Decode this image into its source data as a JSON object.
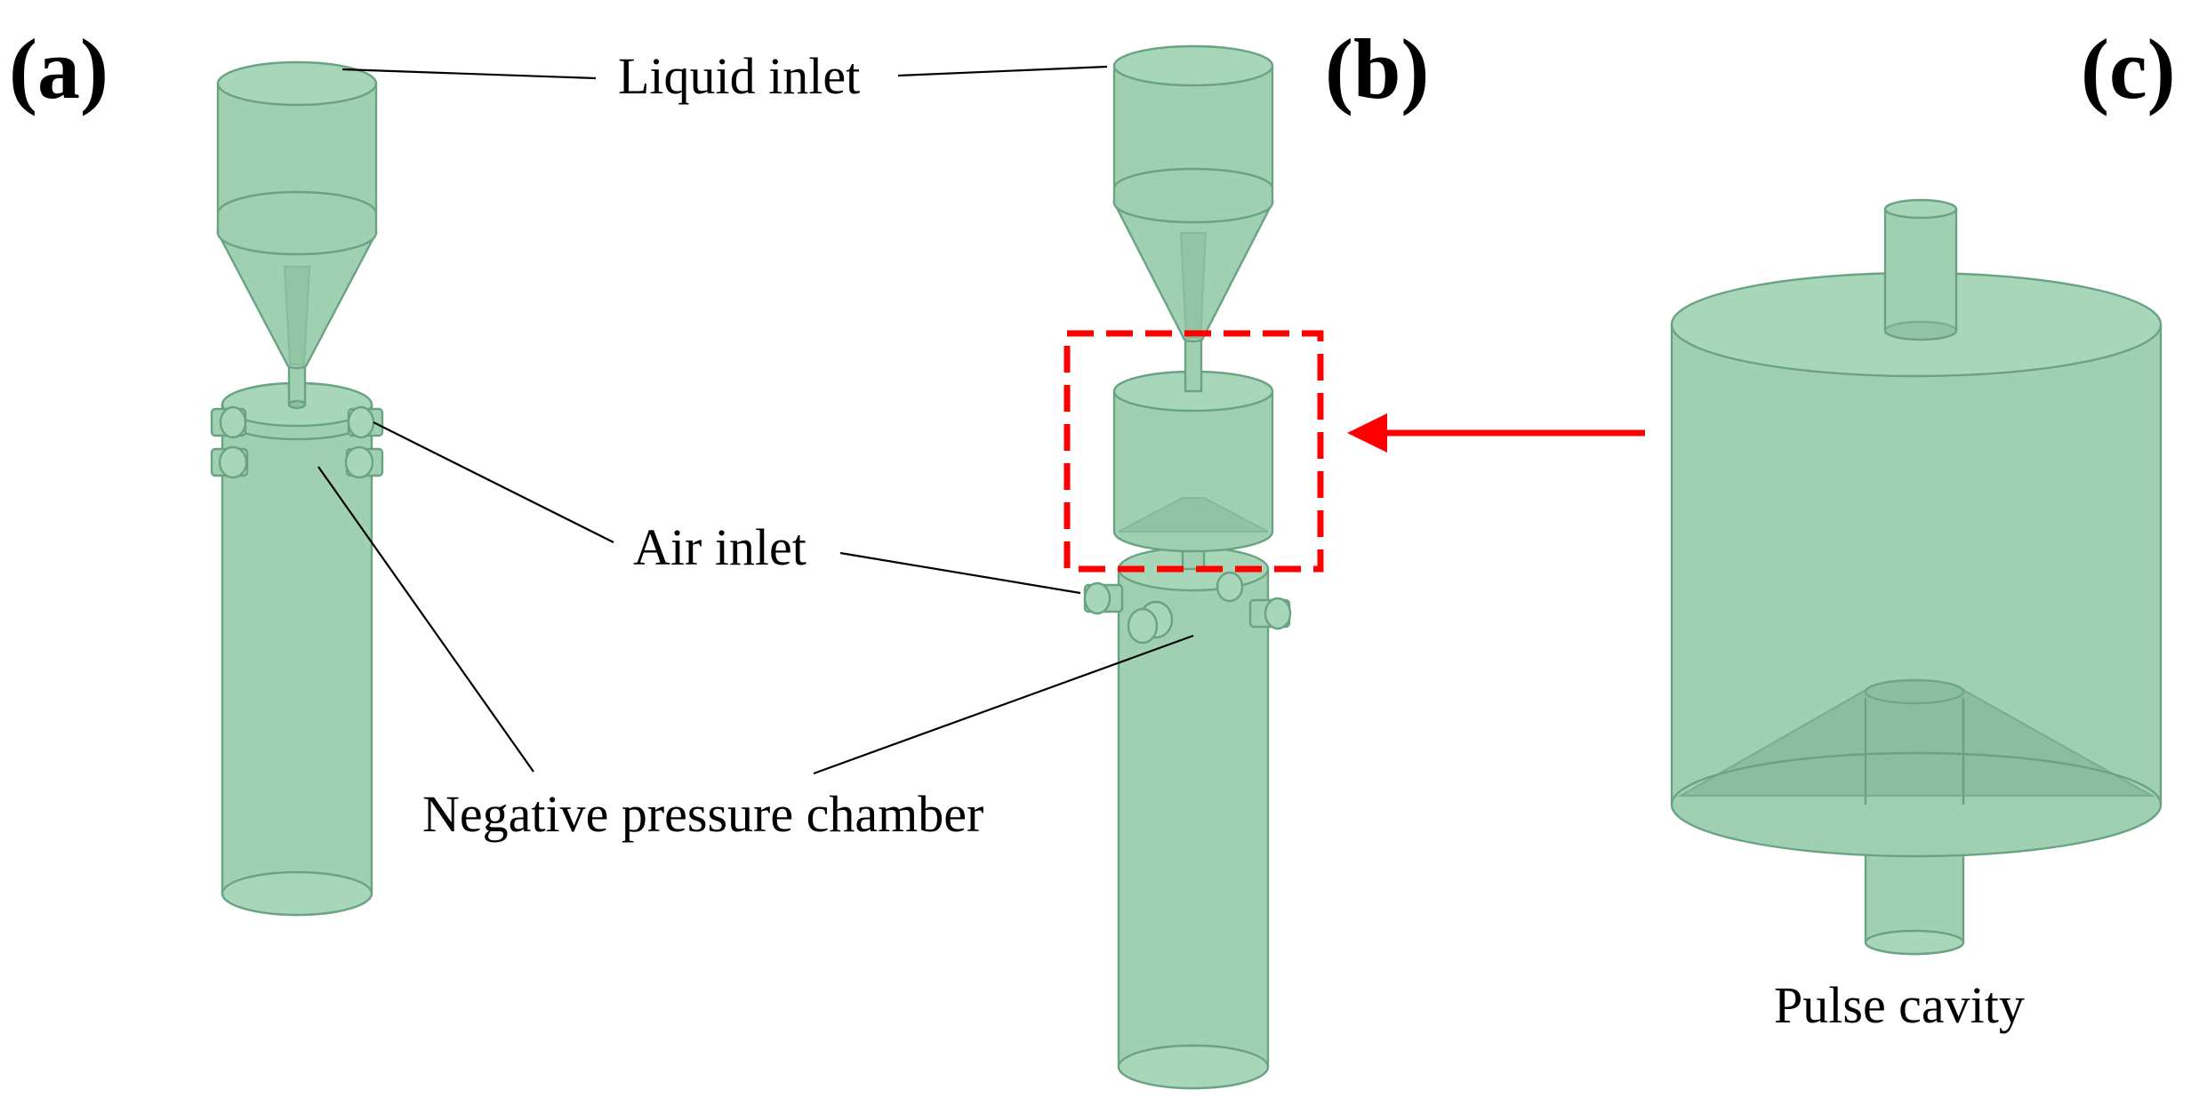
{
  "panels": {
    "a": "(a)",
    "b": "(b)",
    "c": "(c)"
  },
  "callouts": {
    "liquid_inlet": "Liquid inlet",
    "air_inlet": "Air inlet",
    "negative_pressure_chamber": "Negative pressure chamber",
    "pulse_cavity": "Pulse cavity"
  },
  "colors": {
    "solid_fill": "#9fd0b1",
    "solid_edge": "#6aa384",
    "highlight": "#ff0000",
    "text": "#000000"
  }
}
